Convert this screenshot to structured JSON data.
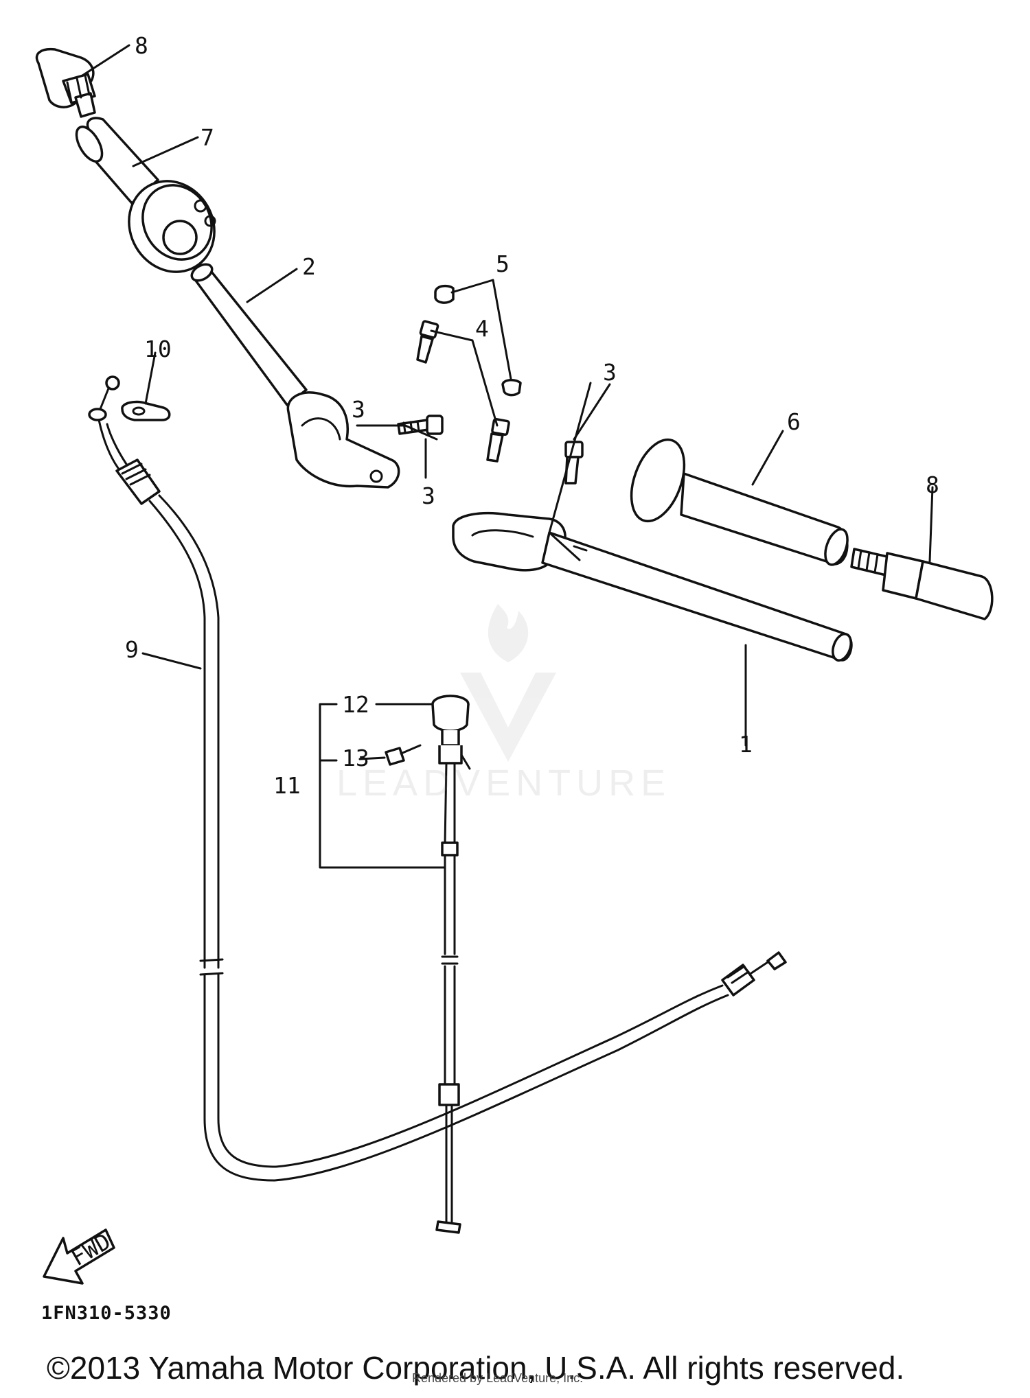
{
  "diagram": {
    "callouts": [
      {
        "id": "1",
        "label": "1"
      },
      {
        "id": "2",
        "label": "2"
      },
      {
        "id": "3a",
        "label": "3"
      },
      {
        "id": "3b",
        "label": "3"
      },
      {
        "id": "3c",
        "label": "3"
      },
      {
        "id": "4",
        "label": "4"
      },
      {
        "id": "5",
        "label": "5"
      },
      {
        "id": "6",
        "label": "6"
      },
      {
        "id": "7",
        "label": "7"
      },
      {
        "id": "8a",
        "label": "8"
      },
      {
        "id": "8b",
        "label": "8"
      },
      {
        "id": "9",
        "label": "9"
      },
      {
        "id": "10",
        "label": "10"
      },
      {
        "id": "11",
        "label": "11"
      },
      {
        "id": "12",
        "label": "12"
      },
      {
        "id": "13",
        "label": "13"
      }
    ],
    "fwd_arrow_label": "FWD",
    "diagram_code": "1FN310-5330",
    "watermark": "LEADVENTURE"
  },
  "footer": {
    "copyright": "©2013 Yamaha Motor Corporation, U.S.A. All rights reserved.",
    "render_credit": "Rendered by LeadVenture, Inc."
  }
}
